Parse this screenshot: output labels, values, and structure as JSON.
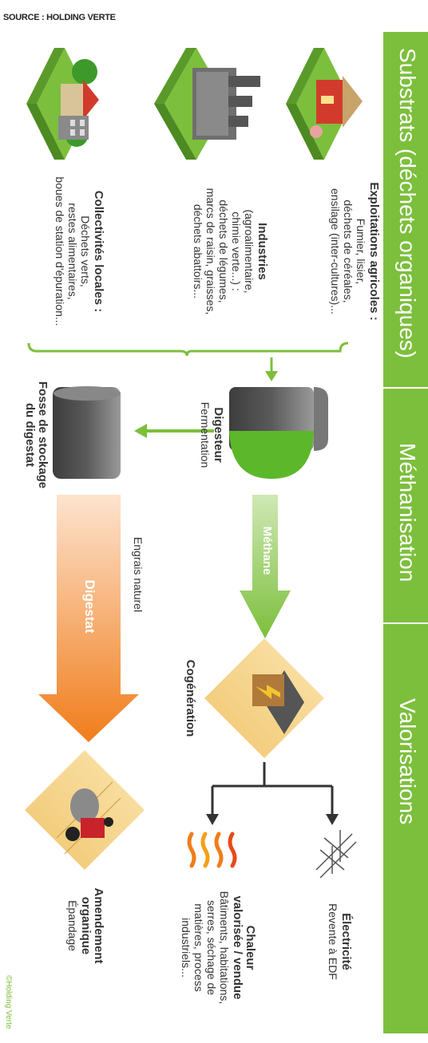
{
  "source": "SOURCE : HOLDING VERTE",
  "header": {
    "sections": [
      "Substrats (déchets organiques)",
      "Méthanisation",
      "Valorisations"
    ]
  },
  "substrats": [
    {
      "title": "Exploitations agricoles :",
      "lines": [
        "Fumier, lisier,",
        "déchets de céréales,",
        "ensilage (inter-cultures)..."
      ]
    },
    {
      "title": "Industries",
      "lines": [
        "(agroalimentaire,",
        "chimie verte...) :",
        "déchets de légumes,",
        "marcs de raisin, graisses,",
        "déchets abattoirs..."
      ]
    },
    {
      "title": "Collectivités locales :",
      "lines": [
        "Déchets verts,",
        "restes alimentaires,",
        "boues de station d'épuration..."
      ]
    }
  ],
  "digesteur": {
    "title": "Digesteur",
    "sub": "Fermentation"
  },
  "fosse": {
    "title_lines": [
      "Fosse de stockage",
      "du digestat"
    ]
  },
  "methane_label": "Méthane",
  "cogeneration": "Cogénération",
  "digestat_label": "Digestat",
  "engrais": "Engrais naturel",
  "electricite": {
    "title": "Électricité",
    "sub": "Revente à EDF"
  },
  "chaleur": {
    "title_lines": [
      "Chaleur",
      "valorisée / vendue"
    ],
    "lines": [
      "Bâtiments, habitations,",
      "serres, séchage de",
      "matières, process",
      "industriels..."
    ]
  },
  "amendement": {
    "title_lines": [
      "Amendement",
      "organique"
    ],
    "sub": "Épandage"
  },
  "copyright": "©Holding Verte",
  "colors": {
    "green": "#7cbf3c",
    "orange": "#f07d1a",
    "dark": "#333333"
  }
}
